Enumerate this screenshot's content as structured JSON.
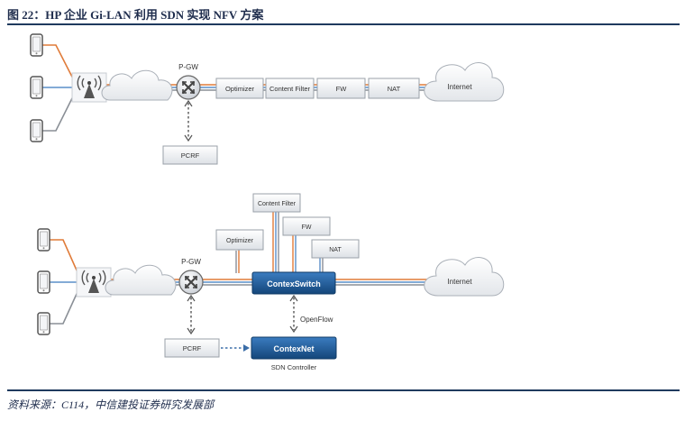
{
  "figure": {
    "title": "图 22：HP 企业 Gi-LAN 利用 SDN 实现 NFV 方案",
    "source": "资料来源：C114，中信建投证券研究发展部"
  },
  "top_diagram": {
    "pgw_label": "P-GW",
    "services": [
      "Optimizer",
      "Content Filter",
      "FW",
      "NAT"
    ],
    "internet_label": "Internet",
    "pcrf_label": "PCRF"
  },
  "bottom_diagram": {
    "pgw_label": "P-GW",
    "content_filter_label": "Content Filter",
    "fw_label": "FW",
    "optimizer_label": "Optimizer",
    "nat_label": "NAT",
    "switch_label": "ContexSwitch",
    "internet_label": "Internet",
    "openflow_label": "OpenFlow",
    "pcrf_label": "PCRF",
    "controller_label": "ContexNet",
    "controller_caption": "SDN Controller"
  },
  "colors": {
    "rule": "#1f3a5e",
    "orange_link": "#e07b39",
    "blue_link": "#5a8fc8",
    "gray_link": "#8a8f96",
    "switch_fill": "#1e5a96"
  }
}
